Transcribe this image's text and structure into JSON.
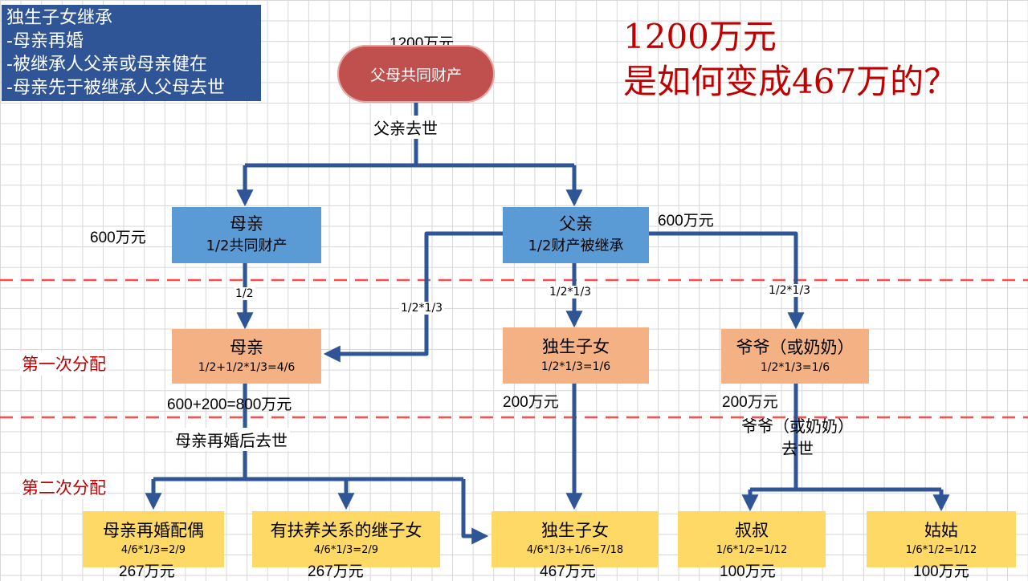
{
  "info": {
    "title": "独生子女继承",
    "lines": [
      "-母亲再婚",
      "-被继承人父亲或母亲健在",
      "-母亲先于被继承人父母去世"
    ]
  },
  "headline": {
    "line1": "1200万元",
    "line2": "是如何变成467万的？"
  },
  "root": {
    "amount": "1200万元",
    "label": "父母共同财产"
  },
  "event_father": "父亲去世",
  "mother_half": {
    "amount": "600万元",
    "title": "母亲",
    "sub": "1/2共同财产"
  },
  "father_half": {
    "amount": "600万元",
    "title": "父亲",
    "sub": "1/2财产被继承"
  },
  "fractions": {
    "mother": "1/2",
    "to_mother": "1/2*1/3",
    "to_child": "1/2*1/3",
    "to_grand": "1/2*1/3"
  },
  "round1_label": "第一次分配",
  "round2_label": "第二次分配",
  "first_round": {
    "mother": {
      "title": "母亲",
      "formula": "1/2+1/2*1/3=4/6",
      "amount": "600+200=800万元"
    },
    "child": {
      "title": "独生子女",
      "formula": "1/2*1/3=1/6",
      "amount": "200万元"
    },
    "grand": {
      "title": "爷爷（或奶奶）",
      "formula": "1/2*1/3=1/6",
      "amount": "200万元"
    }
  },
  "event_mother": "母亲再婚后去世",
  "event_grand": {
    "line1": "爷爷（或奶奶）",
    "line2": "去世"
  },
  "second_round": {
    "spouse": {
      "title": "母亲再婚配偶",
      "formula": "4/6*1/3=2/9",
      "amount": "267万元"
    },
    "step": {
      "title": "有扶养关系的继子女",
      "formula": "4/6*1/3=2/9",
      "amount": "267万元"
    },
    "child": {
      "title": "独生子女",
      "formula": "4/6*1/3+1/6=7/18",
      "amount": "467万元"
    },
    "uncle": {
      "title": "叔叔",
      "formula": "1/6*1/2=1/12",
      "amount": "100万元"
    },
    "aunt": {
      "title": "姑姑",
      "formula": "1/6*1/2=1/12",
      "amount": "100万元"
    }
  },
  "colors": {
    "arrow": "#2f5597",
    "divider": "#ff4b4b",
    "accent": "#c00000"
  }
}
